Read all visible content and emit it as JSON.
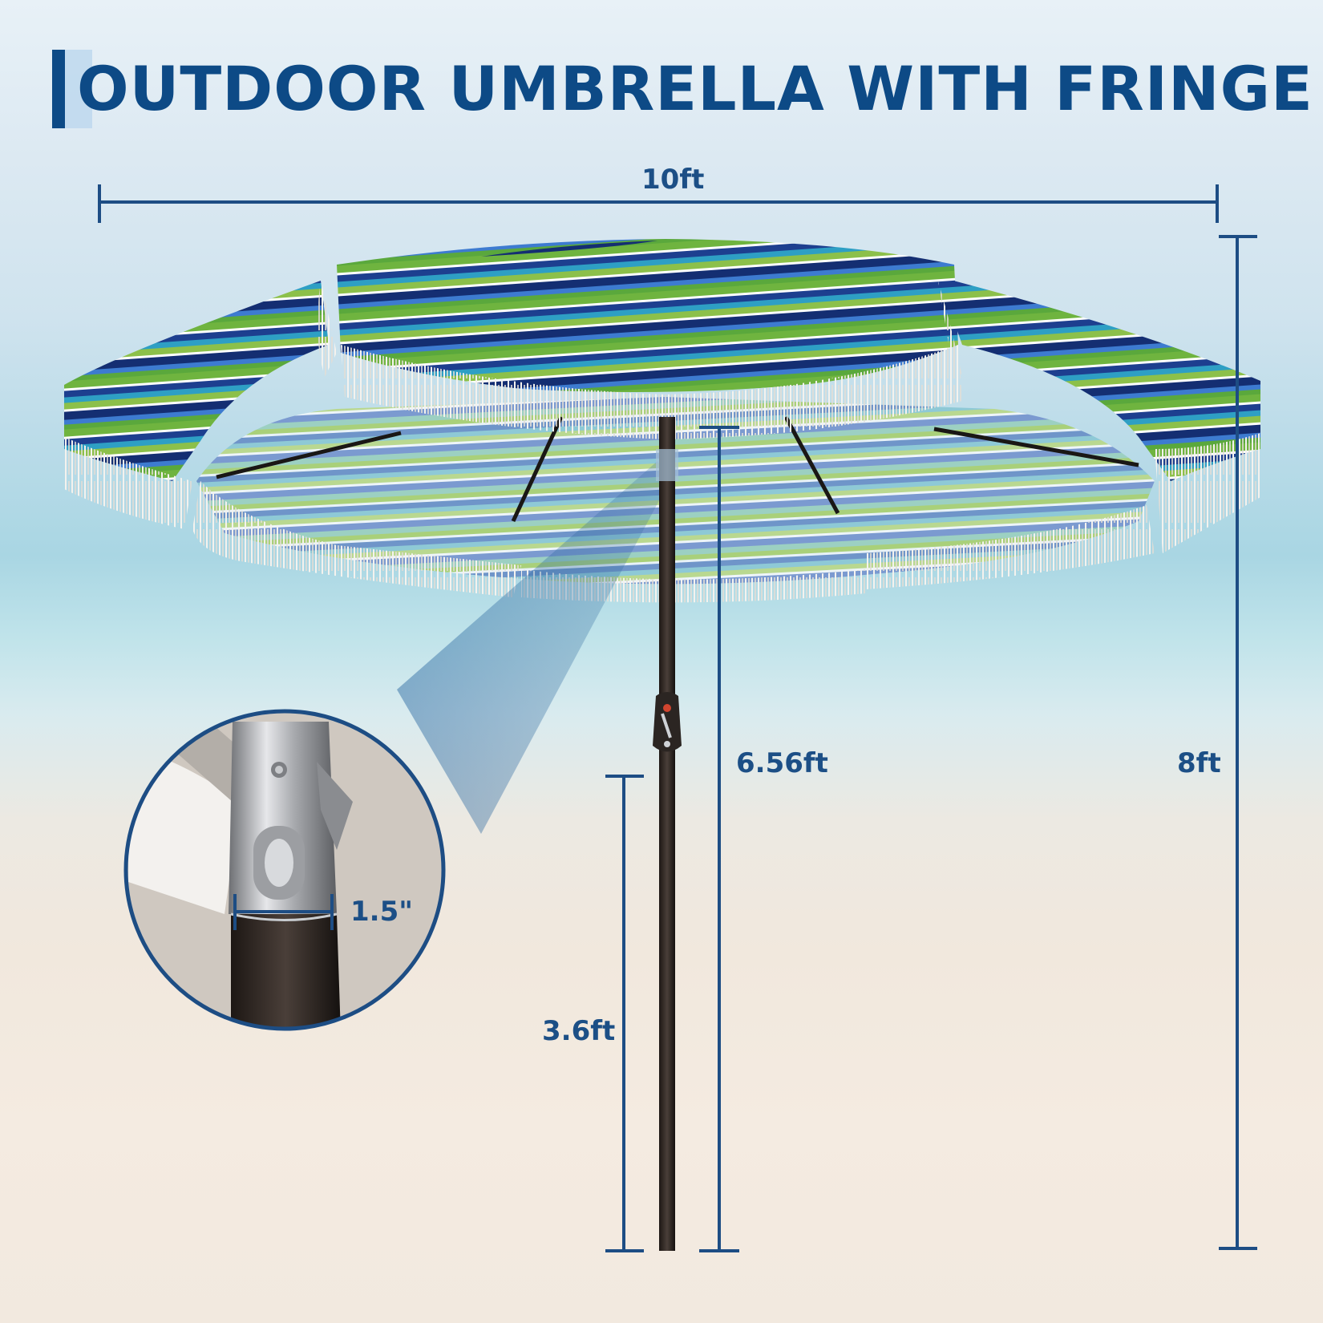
{
  "title": "OUTDOOR UMBRELLA WITH FRINGE",
  "dimensions": {
    "width": "10ft",
    "total_height": "8ft",
    "canopy_to_ground": "6.56ft",
    "crank_height": "3.6ft",
    "pole_diameter": "1.5\""
  },
  "colors": {
    "navy": "#0d4a86",
    "label": "#1c4f86",
    "green": "#6fb43f",
    "stripe_blue": "#1d3f8f",
    "fringe": "#f4f2ee"
  },
  "icons": {
    "crank_handle": "crank-handle-icon",
    "zoom_detail": "magnifier-detail-icon"
  }
}
